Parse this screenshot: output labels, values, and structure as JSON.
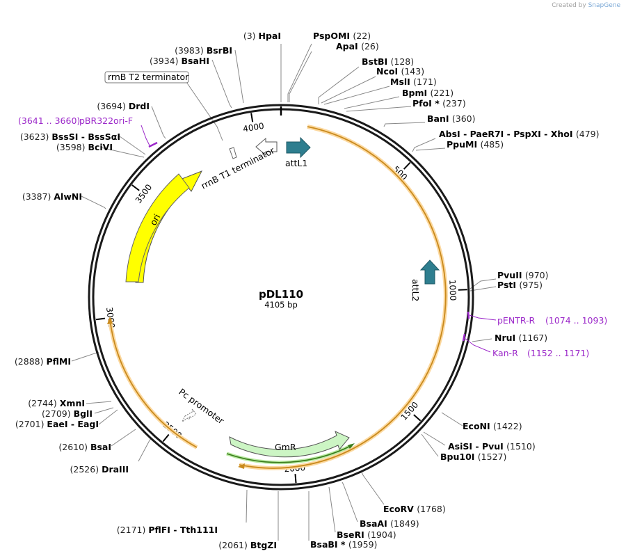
{
  "credit": {
    "prefix": "Created by",
    "brand": "SnapGene"
  },
  "plasmid": {
    "name": "pDL110",
    "length_label": "4105 bp"
  },
  "ticks": [
    "500",
    "1000",
    "1500",
    "2000",
    "2500",
    "3000",
    "3500",
    "4000"
  ],
  "features": {
    "attL1": "attL1",
    "attL2": "attL2",
    "rrnB_T1": "rrnB T1 terminator",
    "rrnB_T2": "rrnB T2 terminator",
    "ori": "ori",
    "Pc": "Pc promoter",
    "GmR": "GmR"
  },
  "primers": [
    {
      "name": "pBR322ori-F",
      "range": "(3641 .. 3660)"
    },
    {
      "name": "pENTR-R",
      "range": "(1074 .. 1093)"
    },
    {
      "name": "Kan-R",
      "range": "(1152 .. 1171)"
    }
  ],
  "sites_left": [
    {
      "pos": "(3)",
      "name": "HpaI"
    },
    {
      "pos": "(3983)",
      "name": "BsrBI"
    },
    {
      "pos": "(3934)",
      "name": "BsaHI"
    },
    {
      "pos": "(3694)",
      "name": "DrdI"
    },
    {
      "pos": "(3623)",
      "name": "BssSI  -  BssSαI"
    },
    {
      "pos": "(3598)",
      "name": "BciVI"
    },
    {
      "pos": "(3387)",
      "name": "AlwNI"
    },
    {
      "pos": "(2888)",
      "name": "PflMI"
    },
    {
      "pos": "(2744)",
      "name": "XmnI"
    },
    {
      "pos": "(2709)",
      "name": "BglI"
    },
    {
      "pos": "(2701)",
      "name": "EaeI  -  EagI"
    },
    {
      "pos": "(2610)",
      "name": "BsaI"
    },
    {
      "pos": "(2526)",
      "name": "DraIII"
    },
    {
      "pos": "(2171)",
      "name": "PflFI  -  Tth111I"
    },
    {
      "pos": "(2061)",
      "name": "BtgZI"
    }
  ],
  "sites_right": [
    {
      "name": "PspOMI",
      "pos": "(22)"
    },
    {
      "name": "ApaI",
      "pos": "(26)"
    },
    {
      "name": "BstBI",
      "pos": "(128)"
    },
    {
      "name": "NcoI",
      "pos": "(143)"
    },
    {
      "name": "MslI",
      "pos": "(171)"
    },
    {
      "name": "BpmI",
      "pos": "(221)"
    },
    {
      "name": "PfoI *",
      "pos": "(237)"
    },
    {
      "name": "BanI",
      "pos": "(360)"
    },
    {
      "name": "AbsI  -  PaeR7I  -  PspXI  -  XhoI",
      "pos": "(479)"
    },
    {
      "name": "PpuMI",
      "pos": "(485)"
    },
    {
      "name": "PvuII",
      "pos": "(970)"
    },
    {
      "name": "PstI",
      "pos": "(975)"
    },
    {
      "name": "NruI",
      "pos": "(1167)"
    },
    {
      "name": "EcoNI",
      "pos": "(1422)"
    },
    {
      "name": "AsiSI  -  PvuI",
      "pos": "(1510)"
    },
    {
      "name": "Bpu10I",
      "pos": "(1527)"
    },
    {
      "name": "EcoRV",
      "pos": "(1768)"
    },
    {
      "name": "BsaAI",
      "pos": "(1849)"
    },
    {
      "name": "BseRI",
      "pos": "(1904)"
    },
    {
      "name": "BsaBI *",
      "pos": "(1959)"
    }
  ],
  "colors": {
    "backbone": "#1a1a1a",
    "orf_fill": "#fcd9a0",
    "orf_line": "#c98a1d",
    "ori": "#ffff00",
    "att": "#2e7e8f",
    "gmr_fill": "#ccf5c4",
    "gmr_line": "#3a7a1c",
    "primer": "#9b27c9"
  }
}
